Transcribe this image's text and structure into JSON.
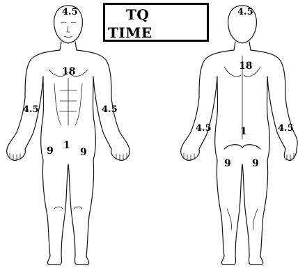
{
  "title_box": {
    "line1": "TQ",
    "line2": "TIME"
  },
  "front": {
    "head": "4.5",
    "chest": "18",
    "left_arm": "4.5",
    "right_arm": "4.5",
    "groin": "1",
    "left_leg": "9",
    "right_leg": "9"
  },
  "back": {
    "head": "4.5",
    "back": "18",
    "left_arm": "4.5",
    "right_arm": "4.5",
    "buttock": "1",
    "left_leg": "9",
    "right_leg": "9"
  }
}
